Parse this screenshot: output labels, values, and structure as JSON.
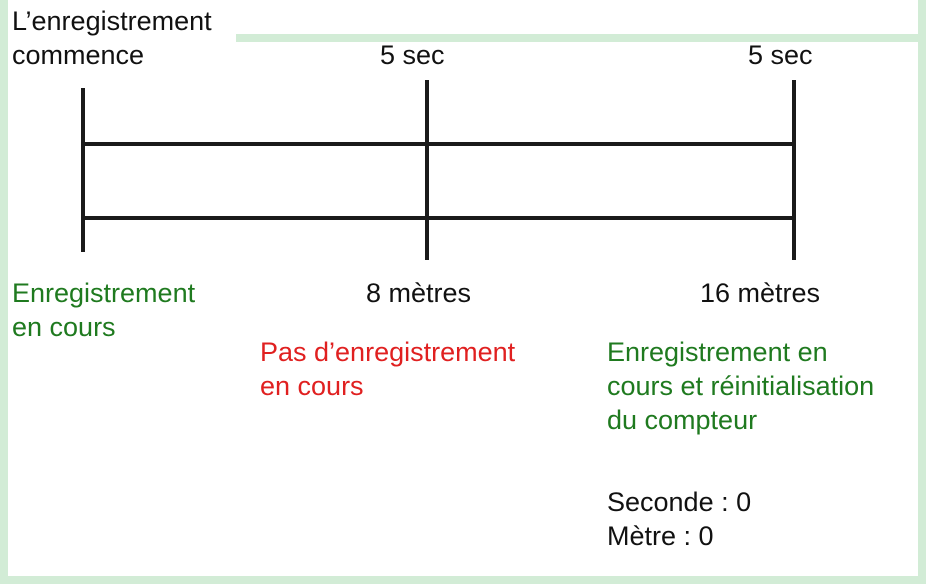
{
  "colors": {
    "frame": "#d2ecd6",
    "text": "#111111",
    "recording": "#1f7a1f",
    "not_recording": "#e02020",
    "lines": "#1a1a1a"
  },
  "top_labels": {
    "start_line1": "L’enregistrement",
    "start_line2": "commence",
    "mid_time": "5 sec",
    "end_time": "5 sec"
  },
  "distance_labels": {
    "mid": "8 mètres",
    "end": "16 mètres"
  },
  "states": {
    "start_line1": "Enregistrement",
    "start_line2": "en cours",
    "mid_line1": "Pas d’enregistrement",
    "mid_line2": "en cours",
    "end_line1": "Enregistrement en",
    "end_line2": "cours et réinitialisation",
    "end_line3": "du compteur"
  },
  "counter": {
    "seconds": "Seconde : 0",
    "meters": "Mètre : 0"
  }
}
